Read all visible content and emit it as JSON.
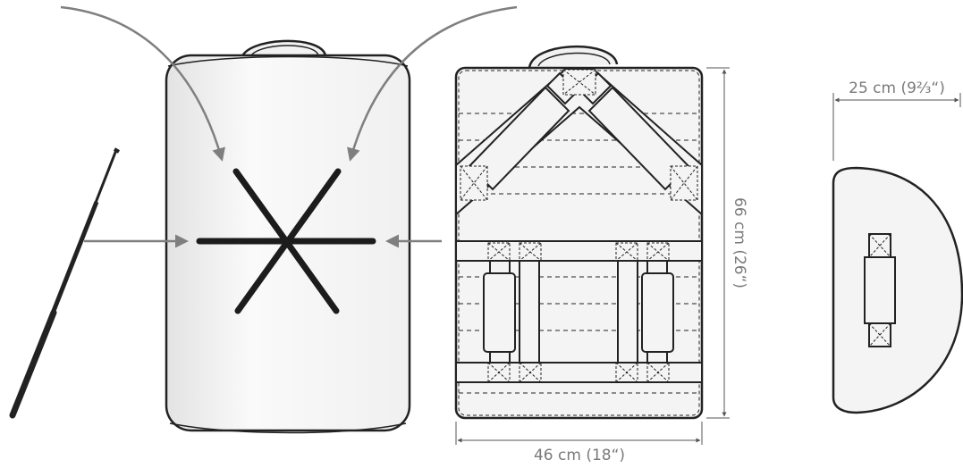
{
  "dimensions": {
    "width_label": "46 cm (18“)",
    "height_label": "66 cm (26“)",
    "depth_label": "25 cm (9⅔“)"
  },
  "colors": {
    "outline": "#222222",
    "arrow": "#7f7f7f",
    "fill": "#f2f2f2",
    "dimension_line": "#555555"
  }
}
